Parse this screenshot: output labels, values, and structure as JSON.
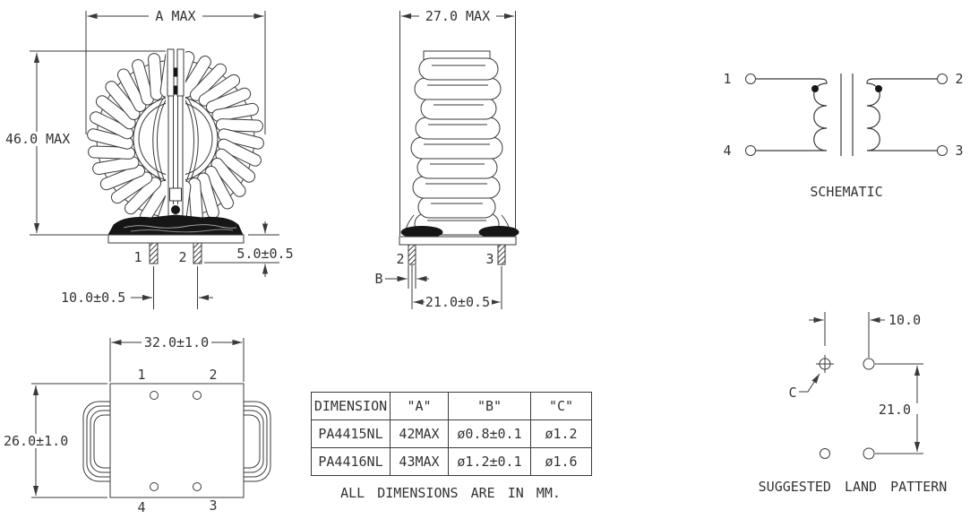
{
  "drawing": {
    "front_view": {
      "dim_width": "A MAX",
      "dim_height": "46.0 MAX",
      "dim_standoff": "5.0±0.5",
      "dim_pin_pitch": "10.0±0.5",
      "pin1": "1",
      "pin2": "2"
    },
    "side_view": {
      "dim_width": "27.0 MAX",
      "dim_lead": "B",
      "dim_pin_pitch": "21.0±0.5",
      "pin2": "2",
      "pin3": "3"
    },
    "schematic": {
      "title": "SCHEMATIC",
      "pin1": "1",
      "pin2": "2",
      "pin3": "3",
      "pin4": "4"
    },
    "bottom_view": {
      "dim_width": "32.0±1.0",
      "dim_height": "26.0±1.0",
      "pin1": "1",
      "pin2": "2",
      "pin3": "3",
      "pin4": "4"
    },
    "table": {
      "headers": [
        "DIMENSION",
        "\"A\"",
        "\"B\"",
        "\"C\""
      ],
      "rows": [
        [
          "PA4415NL",
          "42MAX",
          "ø0.8±0.1",
          "ø1.2"
        ],
        [
          "PA4416NL",
          "43MAX",
          "ø1.2±0.1",
          "ø1.6"
        ]
      ],
      "note": "ALL DIMENSIONS ARE IN MM."
    },
    "land_pattern": {
      "title": "SUGGESTED LAND PATTERN",
      "dim_x": "10.0",
      "dim_y": "21.0",
      "pad_label": "C"
    }
  },
  "colors": {
    "line": "#3a3a3a",
    "text": "#333333",
    "dark_fill": "#161616",
    "background": "#ffffff"
  }
}
